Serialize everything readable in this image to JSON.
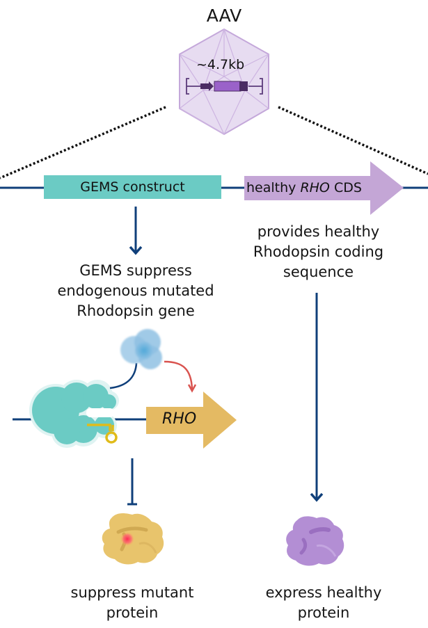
{
  "aav": {
    "title": "AAV",
    "payload_size": "~4.7kb",
    "capsid_color": "#d9c6e8",
    "capsid_edge_color": "#b99bd0"
  },
  "construct": {
    "gems_label": "GEMS construct",
    "gems_color": "#6bcbc4",
    "healthy_label_prefix": "healthy",
    "healthy_label_gene": "RHO",
    "healthy_label_suffix": "CDS",
    "healthy_color": "#c4a6d6",
    "dna_color": "#0f3f7a"
  },
  "left_branch": {
    "description_lines": [
      "GEMS suppress",
      "endogenous mutated",
      "Rhodopsin gene"
    ],
    "gene_label": "RHO",
    "gene_color": "#e4ba63",
    "effector_color": "#5aa9d8",
    "repressor_color": "#6bcbc4",
    "guide_color": "#e0bb1a",
    "action_arrow_color": "#d9534f",
    "outcome_lines": [
      "suppress mutant",
      "protein"
    ],
    "protein_color": "#e8c46c",
    "mutation_color": "#ff3355"
  },
  "right_branch": {
    "description_lines": [
      "provides healthy",
      "Rhodopsin coding",
      "sequence"
    ],
    "outcome_lines": [
      "express healthy",
      "protein"
    ],
    "protein_color": "#b38ed4"
  }
}
